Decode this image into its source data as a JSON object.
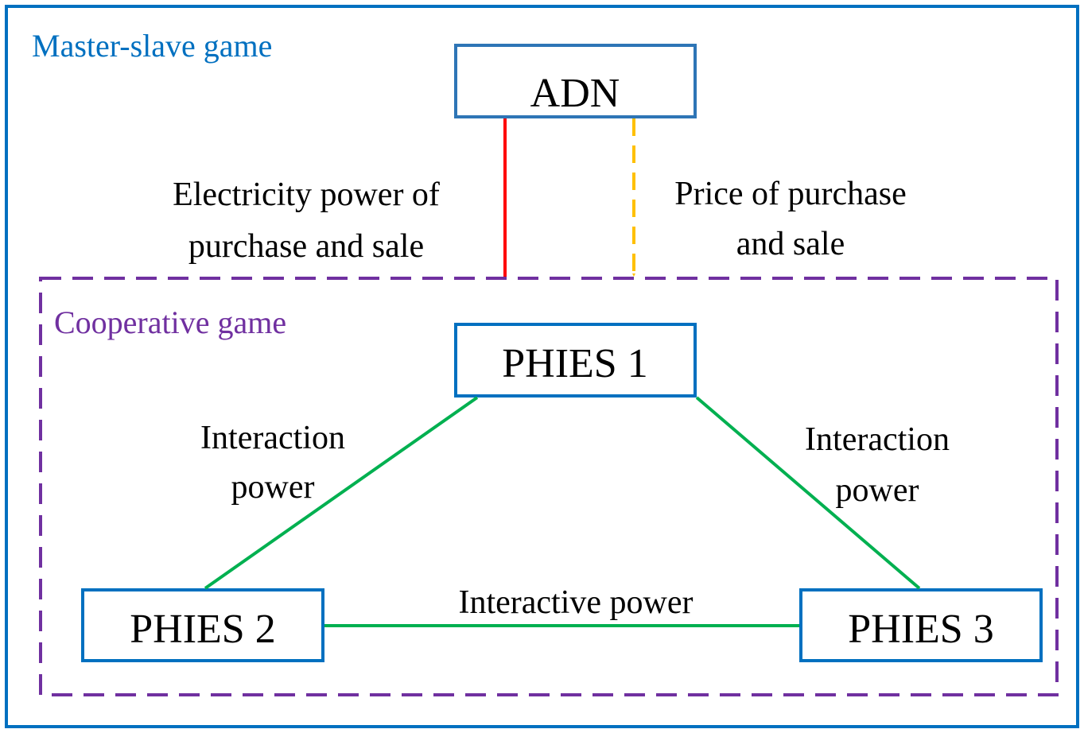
{
  "colors": {
    "outer_frame": "#0070c0",
    "adn_box": "#2e75b6",
    "phies_box": "#0070c0",
    "cooperative_frame": "#7030a0",
    "power_arrow": "#ff0000",
    "price_arrow": "#ffc000",
    "interaction_arrow": "#00b050",
    "text": "#000000"
  },
  "outer": {
    "title": "Master-slave game"
  },
  "inner": {
    "title": "Cooperative game"
  },
  "nodes": {
    "adn": "ADN",
    "phies1": "PHIES 1",
    "phies2": "PHIES 2",
    "phies3": "PHIES 3"
  },
  "edges": {
    "electricity": {
      "line1": "Electricity power of",
      "line2": "purchase and sale"
    },
    "price": {
      "line1": "Price of purchase",
      "line2": "and sale"
    },
    "interaction_left": {
      "line1": "Interaction",
      "line2": "power"
    },
    "interaction_right": {
      "line1": "Interaction",
      "line2": "power"
    },
    "interactive_bottom": "Interactive power"
  }
}
